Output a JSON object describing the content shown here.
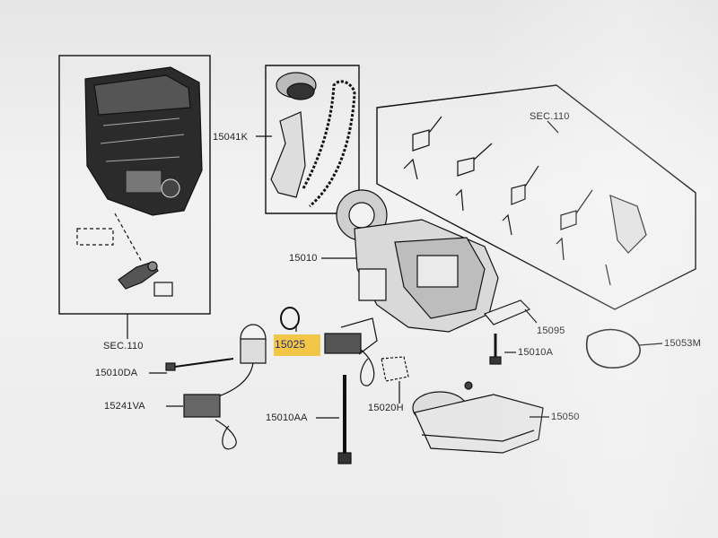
{
  "labels": {
    "sec_110_top": "SEC.110",
    "p15041k": "15041K",
    "p15010": "15010",
    "sec_110_left": "SEC.110",
    "p15010da": "15010DA",
    "p15025": "15025",
    "p15095": "15095",
    "p15010a": "15010A",
    "p15053m": "15053M",
    "p15241va": "15241VA",
    "p15010aa": "15010AA",
    "p15020h": "15020H",
    "p15050": "15050"
  },
  "highlight_color": "#f2c02a"
}
